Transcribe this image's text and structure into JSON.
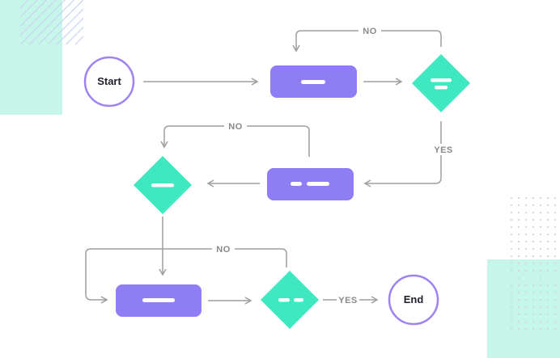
{
  "diagram": {
    "start_label": "Start",
    "end_label": "End",
    "no_label": "NO",
    "yes_label": "YES",
    "colors": {
      "process": "#8e7df5",
      "decision": "#3ee8c0",
      "terminal_stroke": "#9e82ef",
      "arrow": "#9e9e9e",
      "mint_bg": "#c6f6ea",
      "dots": "#d8d8e2"
    }
  }
}
